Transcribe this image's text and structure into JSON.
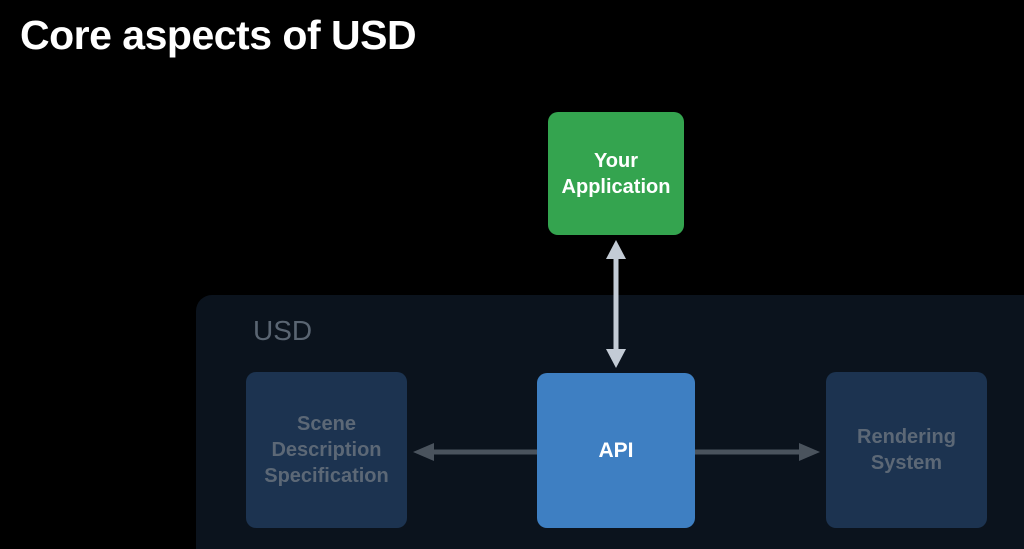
{
  "slide": {
    "title": "Core aspects of USD",
    "background_color": "#000000",
    "title_color": "#FFFFFF"
  },
  "diagram": {
    "application_box": {
      "label": "Your Application",
      "color": "#34A44F",
      "text_color": "#FFFFFF"
    },
    "usd_panel": {
      "label": "USD",
      "background_color": "#0B131D",
      "label_color": "#5A6572",
      "boxes": [
        {
          "id": "scene-description-specification",
          "label": "Scene Description Specification",
          "color": "#1C3350",
          "text_color": "#5C6876"
        },
        {
          "id": "api",
          "label": "API",
          "color": "#3E7FC2",
          "text_color": "#FFFFFF"
        },
        {
          "id": "rendering-system",
          "label": "Rendering System",
          "color": "#1C3350",
          "text_color": "#5C6876"
        }
      ]
    },
    "arrows": {
      "application_api": {
        "type": "double-headed-vertical",
        "color": "#C3CBD5"
      },
      "api_to_scene": {
        "type": "left",
        "color": "#4A535D"
      },
      "api_to_rendering": {
        "type": "right",
        "color": "#4A535D"
      }
    }
  }
}
